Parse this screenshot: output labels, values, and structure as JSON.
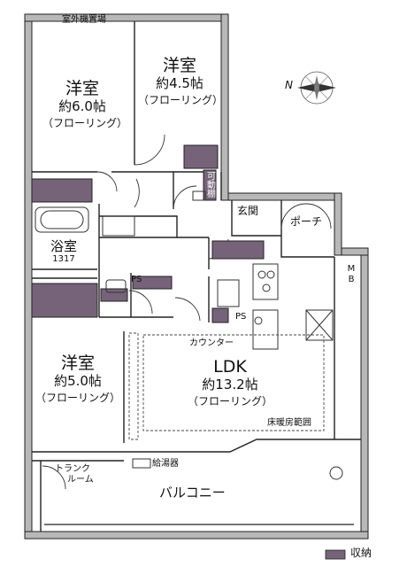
{
  "colors": {
    "storage": "#76637a",
    "wall": "#b8b8b8",
    "line": "#222222"
  },
  "rooms": {
    "outdoor_unit": "室外機置場",
    "bed1": {
      "name": "洋室",
      "size": "約6.0帖",
      "floor": "（フローリング）"
    },
    "bed2": {
      "name": "洋室",
      "size": "約4.5帖",
      "floor": "（フローリング）"
    },
    "bed3": {
      "name": "洋室",
      "size": "約5.0帖",
      "floor": "（フローリング）"
    },
    "ldk": {
      "name": "LDK",
      "size": "約13.2帖",
      "floor": "（フローリング）"
    },
    "bath": {
      "name": "浴室",
      "size": "1317"
    },
    "entrance": "玄関",
    "porch": "ポーチ",
    "movable_storage": "可動棚",
    "mb": "MB",
    "ps1": "PS",
    "ps2": "PS",
    "counter": "カウンター",
    "floor_heating": "床暖房範囲",
    "water_heater": "給湯器",
    "trunk_room": [
      "トランク",
      "ルーム"
    ],
    "balcony": "バルコニー"
  },
  "compass": "N",
  "legend": {
    "label": "収納"
  }
}
